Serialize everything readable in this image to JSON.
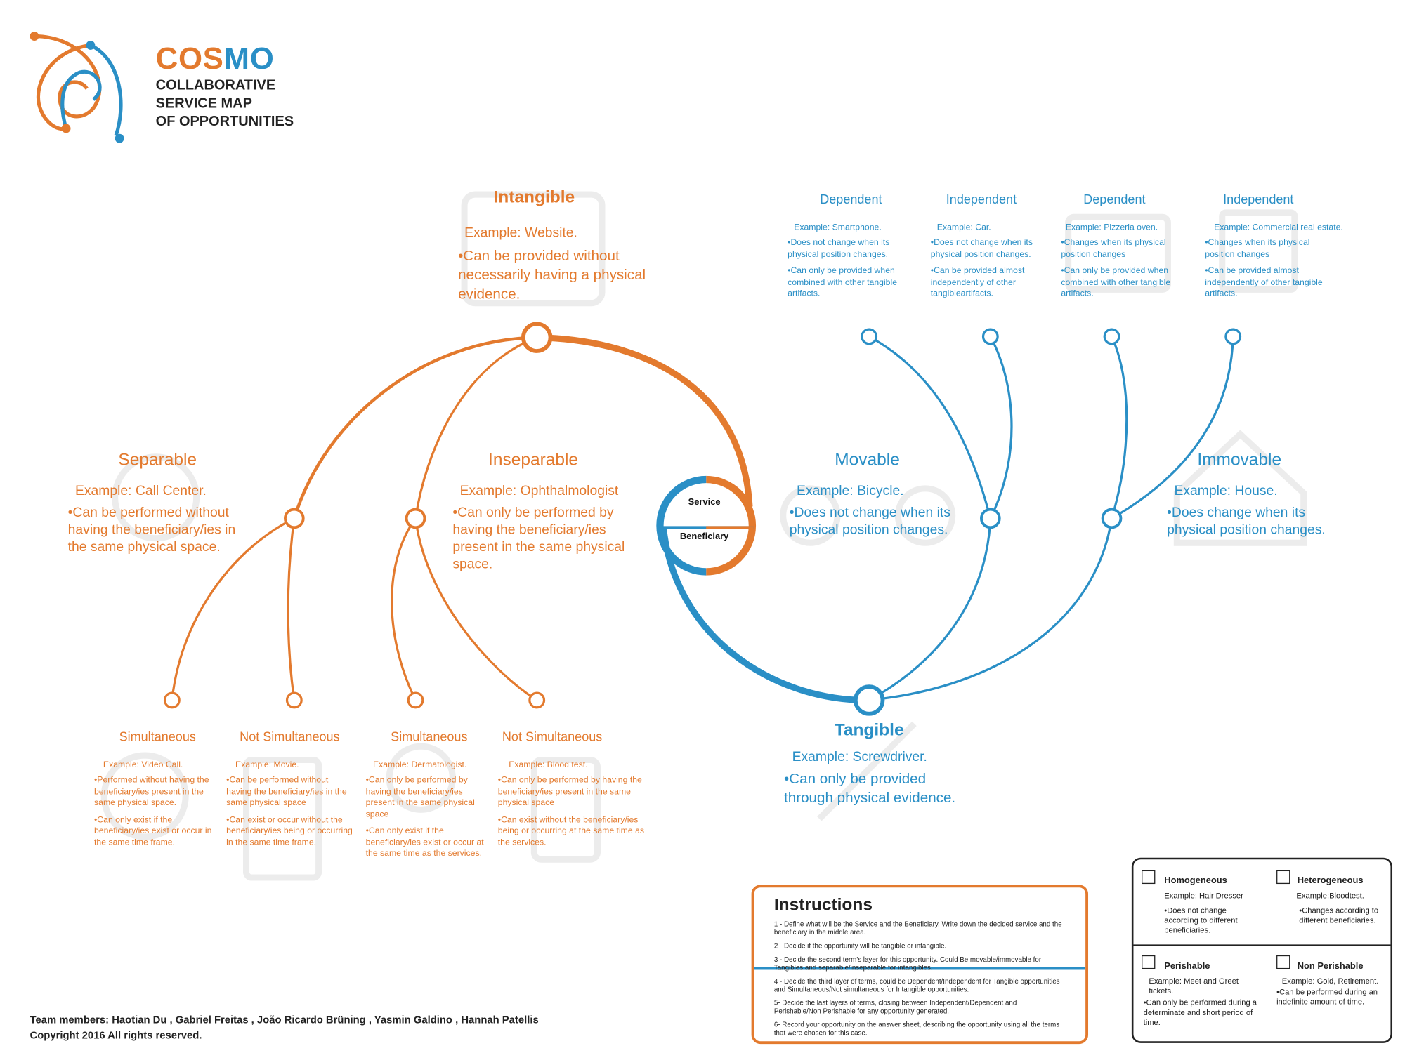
{
  "logo": {
    "cos": "COS",
    "mo": "MO",
    "line1": "COLLABORATIVE",
    "line2": "SERVICE MAP",
    "line3": "OF OPPORTUNITIES"
  },
  "center": {
    "service": "Service",
    "beneficiary": "Beneficiary"
  },
  "intangible": {
    "title": "Intangible",
    "example": "Example: Website.",
    "bullet": "•Can be provided without necessarily having a physical evidence."
  },
  "tangible": {
    "title": "Tangible",
    "example": "Example: Screwdriver.",
    "bullet": "•Can only be provided through physical evidence."
  },
  "separable": {
    "title": "Separable",
    "example": "Example: Call Center.",
    "bullet": "•Can be performed without having the beneficiary/ies in the same physical space."
  },
  "inseparable": {
    "title": "Inseparable",
    "example": "Example: Ophthalmologist",
    "bullet": "•Can only be performed by having the beneficiary/ies present in the same physical space."
  },
  "movable": {
    "title": "Movable",
    "example": "Example: Bicycle.",
    "bullet": "•Does not change when its physical position changes."
  },
  "immovable": {
    "title": "Immovable",
    "example": "Example: House.",
    "bullet": "•Does change when its physical position changes."
  },
  "bottom_nodes": [
    {
      "title": "Simultaneous",
      "example": "Example: Video Call.",
      "b1": "•Performed without having the beneficiary/ies present in the same physical space.",
      "b2": "•Can only exist if the beneficiary/ies exist or occur in the same time frame."
    },
    {
      "title": "Not Simultaneous",
      "example": "Example: Movie.",
      "b1": "•Can be performed without having the beneficiary/ies in the same physical space",
      "b2": "•Can exist or occur without the beneficiary/ies being or occurring in the same time frame."
    },
    {
      "title": "Simultaneous",
      "example": "Example: Dermatologist.",
      "b1": "•Can only be performed by having the beneficiary/ies present in the same physical space",
      "b2": "•Can only exist if the beneficiary/ies exist or occur at the same time as the services."
    },
    {
      "title": "Not Simultaneous",
      "example": "Example: Blood test.",
      "b1": "•Can only be performed by having the beneficiary/ies present in the same physical space",
      "b2": "•Can exist without the beneficiary/ies being or occurring at the same time as the services."
    }
  ],
  "top_nodes": [
    {
      "title": "Dependent",
      "example": "Example: Smartphone.",
      "b1": "•Does not change when its physical position changes.",
      "b2": "•Can only be provided when combined with other tangible artifacts."
    },
    {
      "title": "Independent",
      "example": "Example: Car.",
      "b1": "•Does not change when its physical position changes.",
      "b2": "•Can be provided almost independently of other tangibleartifacts."
    },
    {
      "title": "Dependent",
      "example": "Example: Pizzeria oven.",
      "b1": "•Changes when its physical position changes",
      "b2": "•Can only be provided when combined with other tangible artifacts."
    },
    {
      "title": "Independent",
      "example": "Example: Commercial real estate.",
      "b1": "•Changes when its physical position changes",
      "b2": "•Can be provided almost independently of other tangible artifacts."
    }
  ],
  "instructions": {
    "title": "Instructions",
    "steps": [
      "1 -  Define what will be the Service and the Beneficiary. Write down the decided service and the beneficiary in the middle area.",
      "2 -  Decide if the opportunity will be tangible or intangible.",
      "3 -  Decide the second term's layer for this opportunity. Could Be movable/immovable for Tangibles and separable/inseparable for intangibles.",
      "4 -  Decide the third layer of terms, could be Dependent/Independent for Tangible opportunities and Simultaneous/Not simultaneous for Intangible opportunities.",
      "5-  Decide the last layers of terms, closing between Independent/Dependent and Perishable/Non Perishable for any opportunity generated.",
      "6-  Record your opportunity on the answer sheet, describing the opportunity using all the terms that were chosen for this case."
    ]
  },
  "legend": {
    "homogeneous": {
      "title": "Homogeneous",
      "example": "Example: Hair Dresser",
      "bullet": "•Does not change according to different beneficiaries."
    },
    "heterogeneous": {
      "title": "Heterogeneous",
      "example": "Example:Bloodtest.",
      "bullet": "•Changes according to different beneficiaries."
    },
    "perishable": {
      "title": "Perishable",
      "example": "Example: Meet and Greet tickets.",
      "bullet": "•Can only be performed during a determinate and short period of time."
    },
    "non_perishable": {
      "title": "Non Perishable",
      "example": "Example: Gold, Retirement.",
      "bullet": "•Can be performed during an indefinite amount of time."
    }
  },
  "footer": {
    "team": "Team members: Haotian  Du , Gabriel Freitas , João Ricardo Brüning , Yasmin Galdino , Hannah Patellis",
    "copyright": "Copyright 2016 All rights reserved."
  },
  "colors": {
    "orange": "#e37a2e",
    "blue": "#2a8fc6",
    "ghost": "#ececec"
  }
}
